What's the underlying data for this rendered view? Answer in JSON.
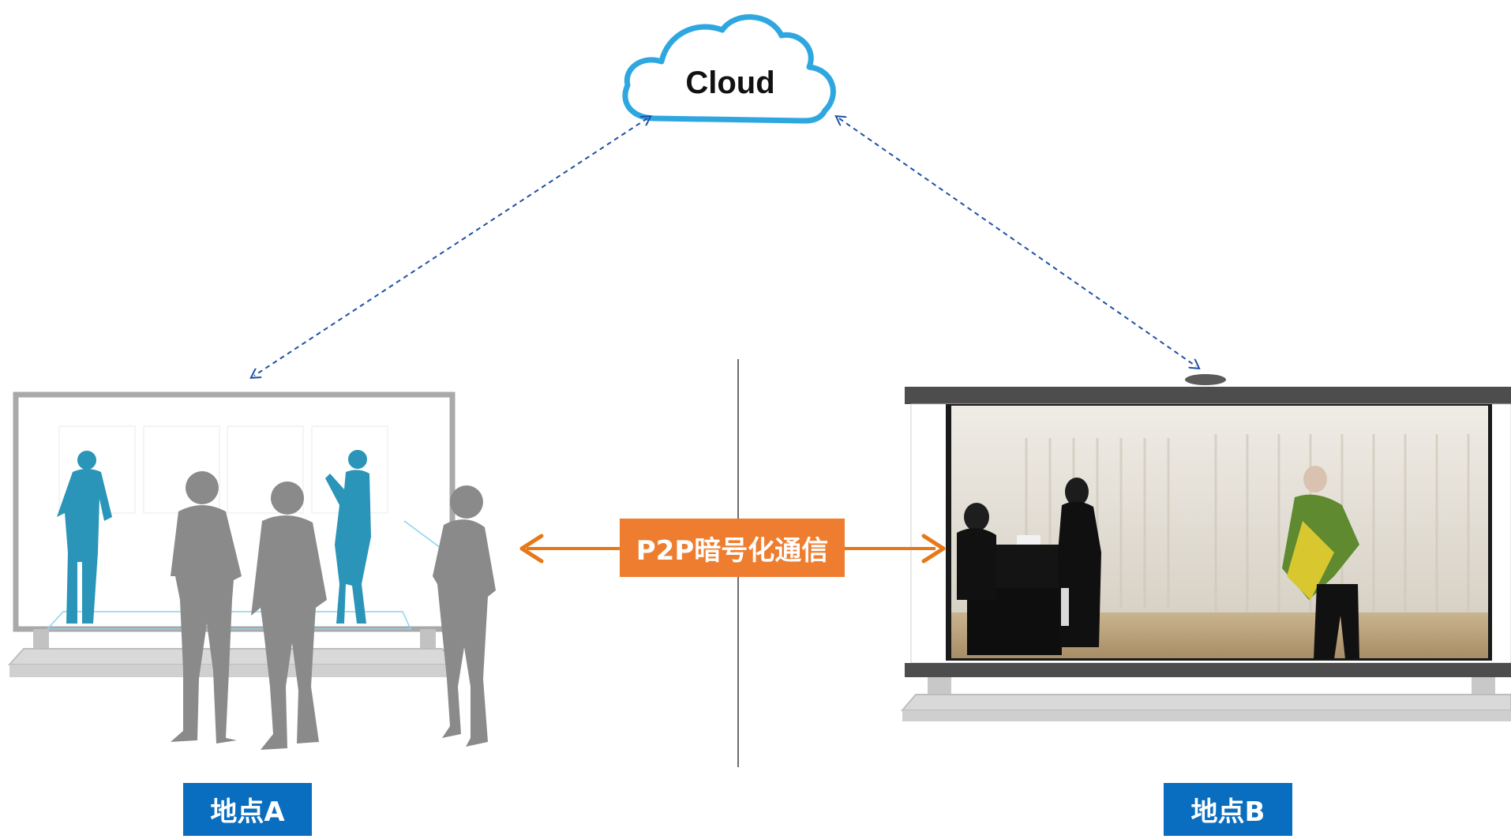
{
  "cloud": {
    "label": "Cloud"
  },
  "link": {
    "label": "P2P暗号化通信"
  },
  "site_a": {
    "label": "地点A"
  },
  "site_b": {
    "label": "地点B"
  },
  "colors": {
    "cloud_stroke": "#2ea7e0",
    "dashed_link": "#1f4fa6",
    "p2p_arrow": "#e67817",
    "p2p_box": "#ee7d2f",
    "site_label": "#0a6ec0",
    "silhouette_gray": "#8a8a8a",
    "silhouette_blue": "#2a95b8"
  },
  "icons": [
    "cloud-icon",
    "display-frame-icon",
    "camera-icon",
    "person-silhouette-icon",
    "video-screen-icon"
  ]
}
